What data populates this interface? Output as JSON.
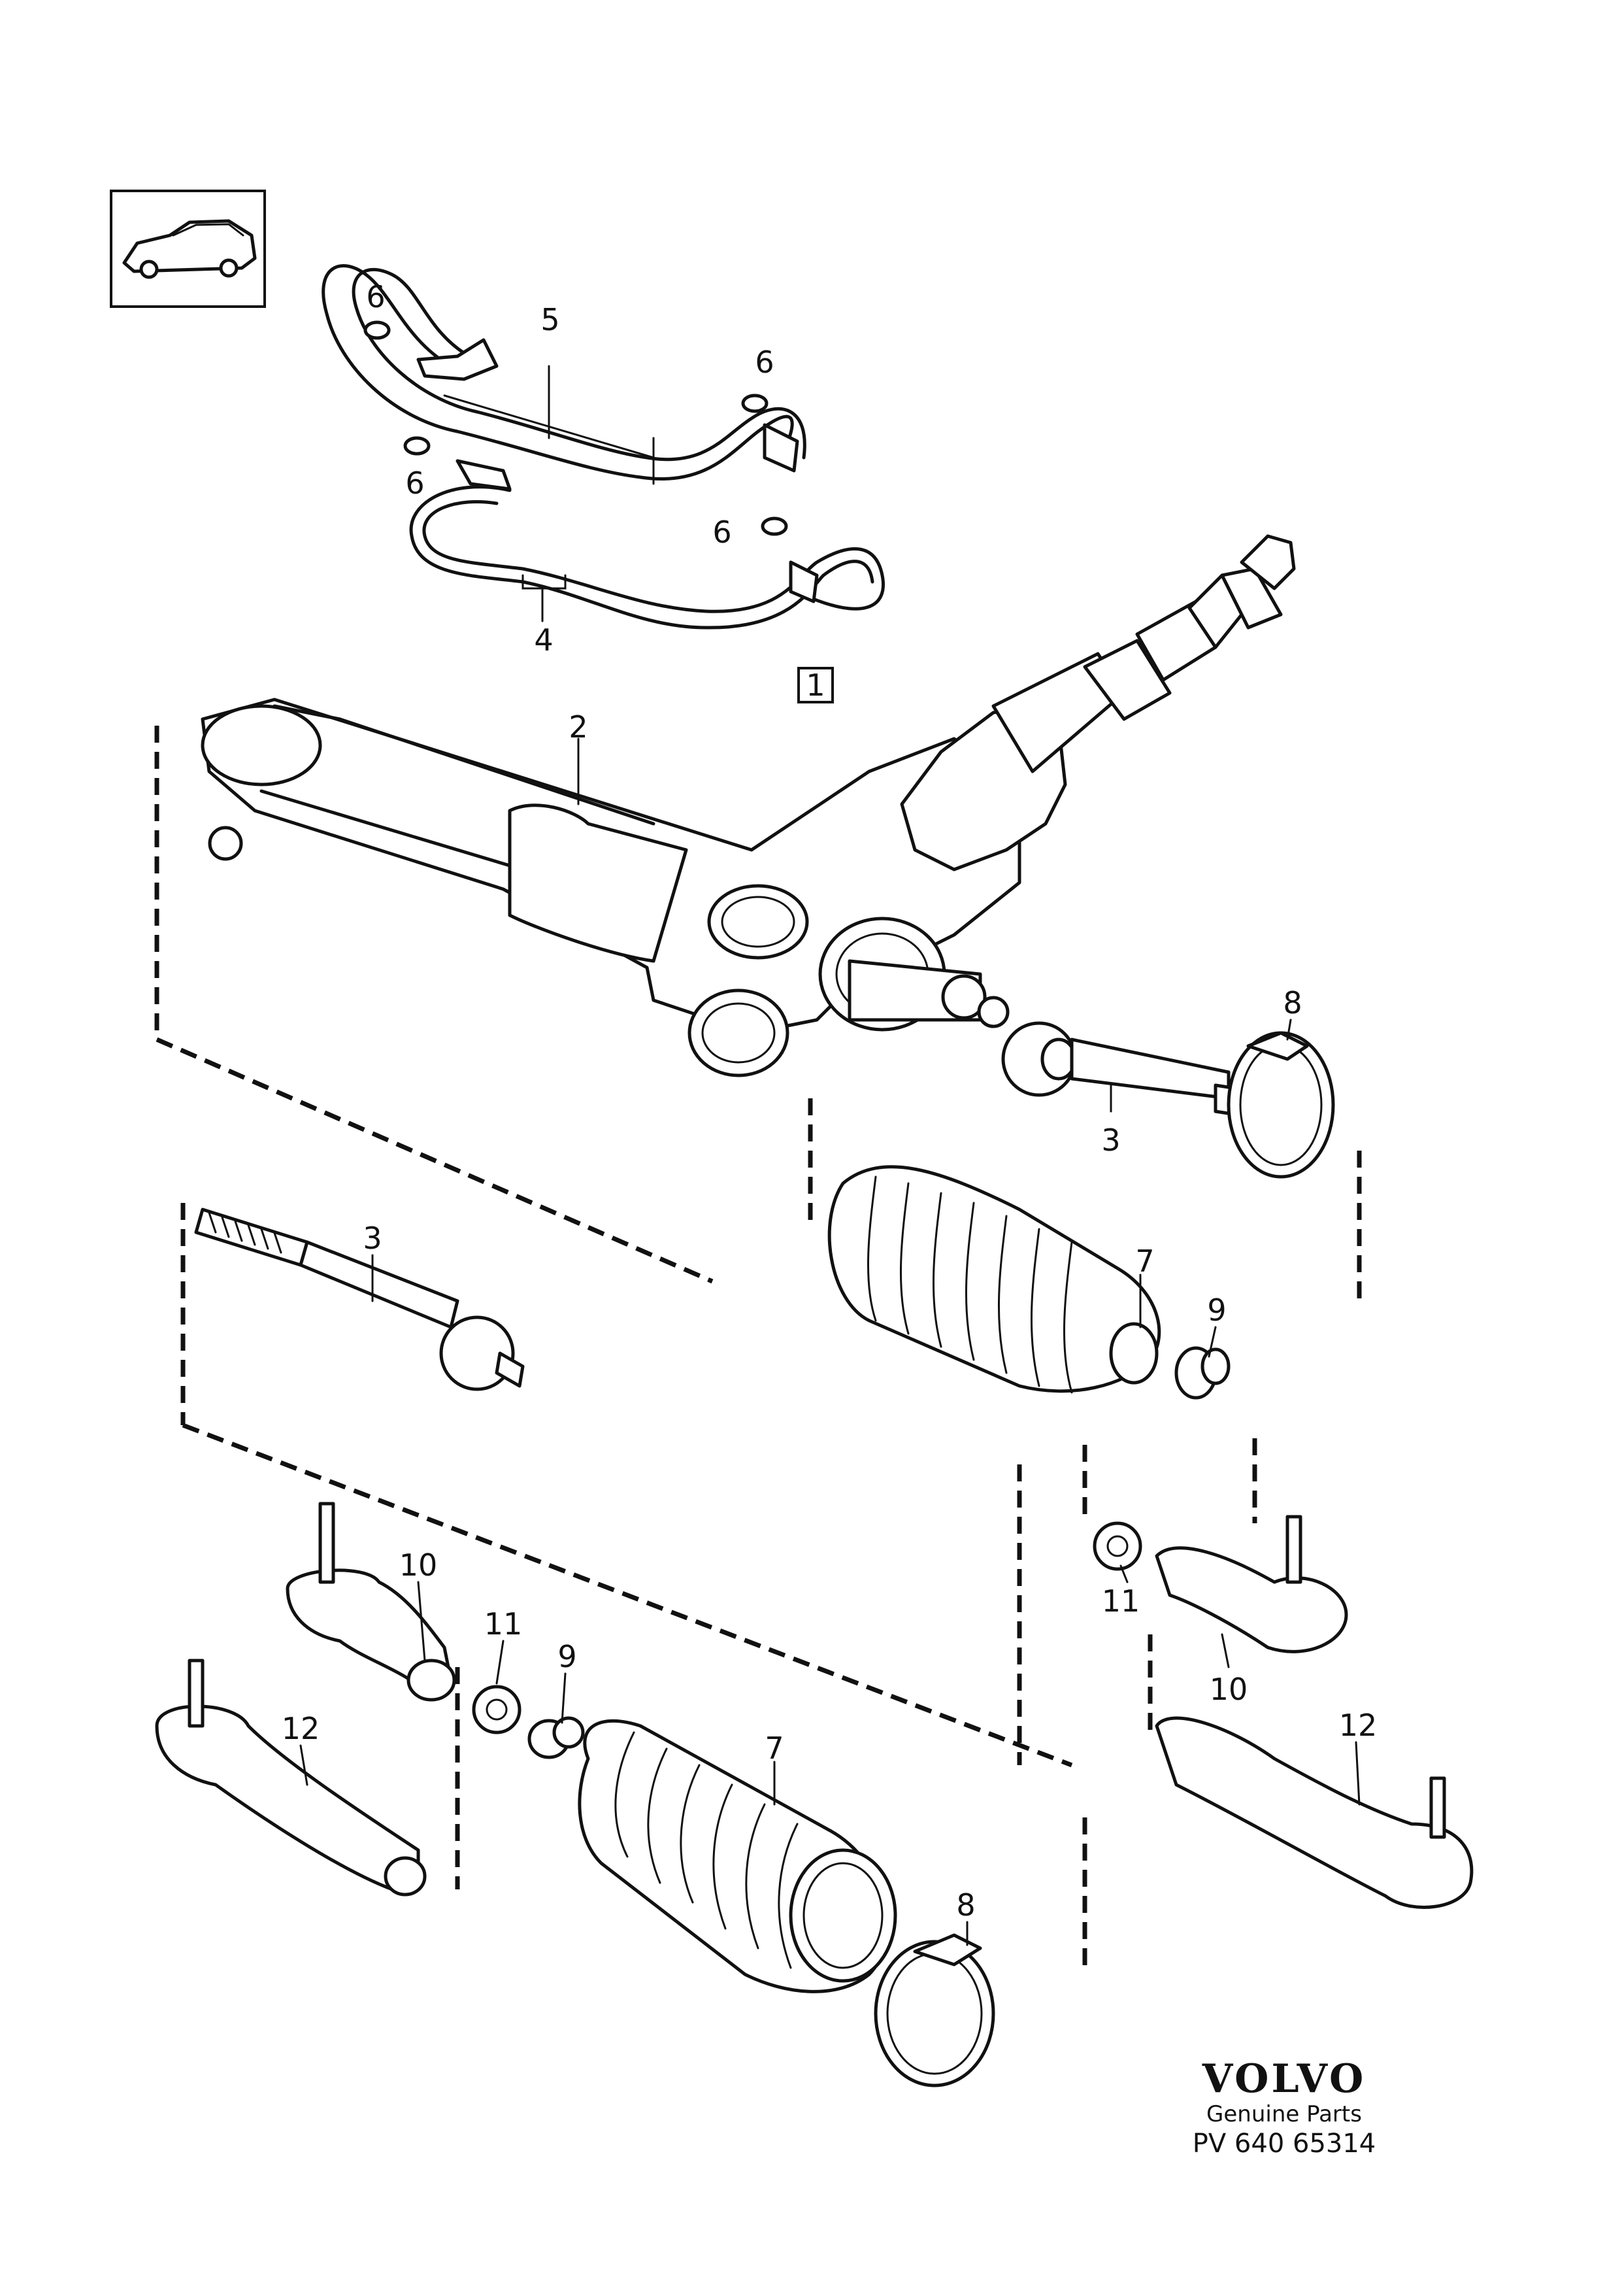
{
  "callouts": {
    "c1": "1",
    "c2": "2",
    "c3": "3",
    "c4": "4",
    "c5": "5",
    "c6": "6",
    "c7": "7",
    "c8": "8",
    "c9": "9",
    "c10": "10",
    "c11": "11",
    "c12": "12"
  },
  "branding": {
    "logo": "VOLVO",
    "tagline": "Genuine Parts",
    "code": "PV 640  65314"
  },
  "icons": [
    "car-thumbnail-icon"
  ]
}
